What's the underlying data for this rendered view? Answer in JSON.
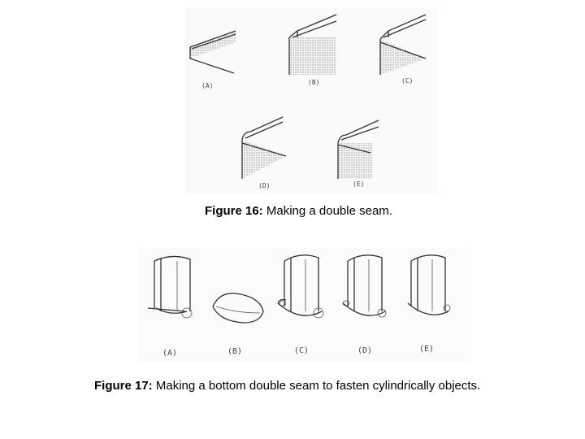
{
  "figure16": {
    "caption_label": "Figure 16:",
    "caption_text": " Making a double seam.",
    "sublabels": [
      "(A)",
      "(B)",
      "(C)",
      "(D)",
      "(E)"
    ]
  },
  "figure17": {
    "caption_label": "Figure 17:",
    "caption_text": " Making a bottom double seam to fasten cylindrically objects.",
    "sublabels": [
      "(A)",
      "(B)",
      "(C)",
      "(D)",
      "(E)"
    ]
  }
}
